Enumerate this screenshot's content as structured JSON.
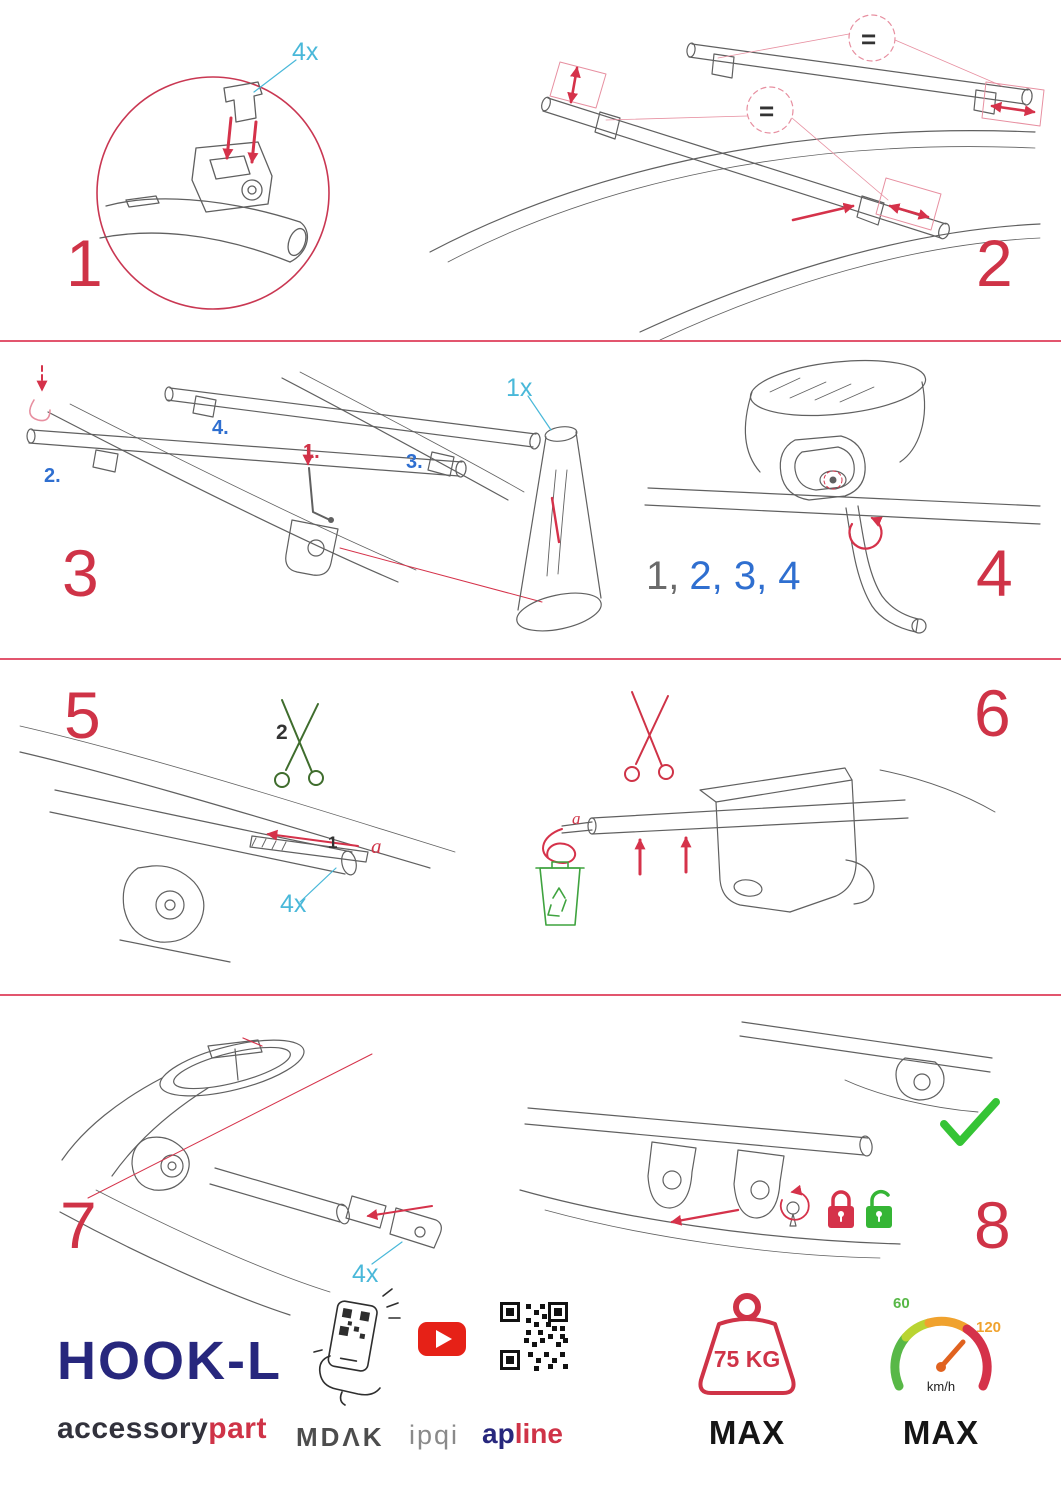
{
  "steps": {
    "s1": {
      "number": "1",
      "qty": "4x"
    },
    "s2": {
      "number": "2",
      "equal_top": "=",
      "equal_mid": "="
    },
    "s3": {
      "number": "3",
      "qty": "1x",
      "sub_1": "1.",
      "sub_2": "2.",
      "sub_3": "3.",
      "sub_4": "4."
    },
    "s4": {
      "number": "4",
      "sequence_gray": "1,",
      "sequence_blue": "2, 3, 4"
    },
    "s5": {
      "number": "5",
      "qty": "4x",
      "label_cut": "2",
      "label_insert": "1",
      "label_strap": "a"
    },
    "s6": {
      "number": "6",
      "label_strap": "a"
    },
    "s7": {
      "number": "7",
      "qty": "4x"
    },
    "s8": {
      "number": "8"
    }
  },
  "footer": {
    "product_name": "HOOK-L",
    "brand_prefix": "accessory",
    "brand_suffix": "part",
    "logo_mdak": "MDΛK",
    "logo_ipqi": "ipqi",
    "logo_ap_prefix": "ap",
    "logo_ap_suffix": "line",
    "max_load": {
      "value": "75 KG",
      "label": "MAX"
    },
    "max_speed": {
      "low": "60",
      "high": "120",
      "unit": "km/h",
      "label": "MAX"
    }
  },
  "colors": {
    "step_red": "#cf3347",
    "arrow_pink": "#e78fa0",
    "qty_cyan": "#49b8d9",
    "substep_blue": "#2f6fd0",
    "brand_navy": "#27277d",
    "ok_green": "#35c435",
    "lock_red": "#d5324a",
    "unlock_green": "#35b535",
    "gauge_green": "#58b847",
    "gauge_orange": "#f0a22e"
  },
  "icons": [
    "scissors-icon",
    "trash-recycle-icon",
    "checkmark-icon",
    "lock-closed-icon",
    "lock-open-icon",
    "phone-scan-icon",
    "youtube-icon",
    "qr-code",
    "weight-icon",
    "speedometer-icon",
    "allen-key",
    "equals-badge"
  ]
}
